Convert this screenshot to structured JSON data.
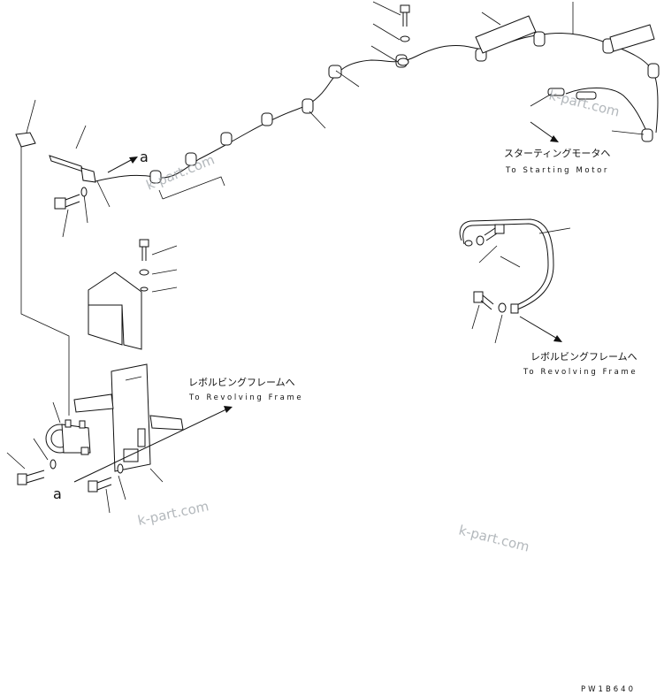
{
  "annotations": {
    "ref_a_top": "a",
    "ref_a_bottom": "a",
    "to_starting_motor_jp": "スターティングモータヘ",
    "to_starting_motor_en": "To Starting Motor",
    "to_revolving_frame_jp_1": "レボルビングフレームへ",
    "to_revolving_frame_en_1": "To Revolving Frame",
    "to_revolving_frame_jp_2": "レボルビングフレームへ",
    "to_revolving_frame_en_2": "To Revolving Frame"
  },
  "watermarks": [
    "k-part.com",
    "k-part.com",
    "k-part.com",
    "k-part.com"
  ],
  "drawing_code": "PW1B640"
}
